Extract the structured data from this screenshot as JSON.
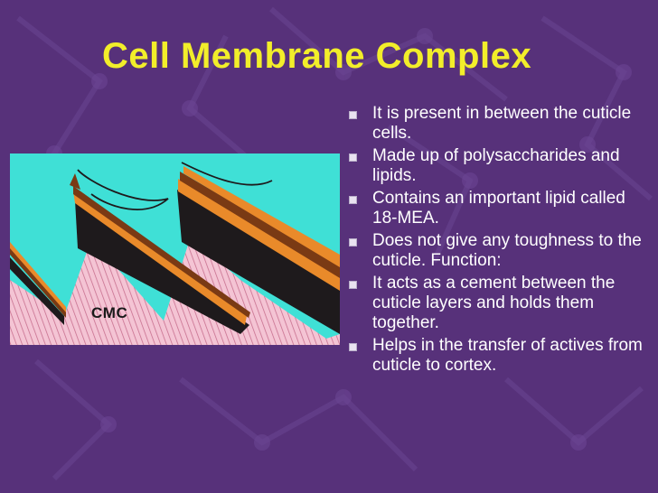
{
  "slide": {
    "title": "Cell Membrane Complex",
    "colors": {
      "background": "#57317a",
      "title": "#f2ee2a",
      "text": "#ffffff",
      "figure_background": "#3fe0d6"
    }
  },
  "figure": {
    "label": "CMC"
  },
  "bullets": [
    "It is present in between the cuticle cells.",
    "Made up of polysaccharides and lipids.",
    "Contains an important lipid called 18-MEA.",
    "Does not give any toughness to the cuticle. Function:",
    "It acts as a cement between the cuticle layers and holds them together.",
    "Helps in the transfer of actives from cuticle to cortex."
  ]
}
